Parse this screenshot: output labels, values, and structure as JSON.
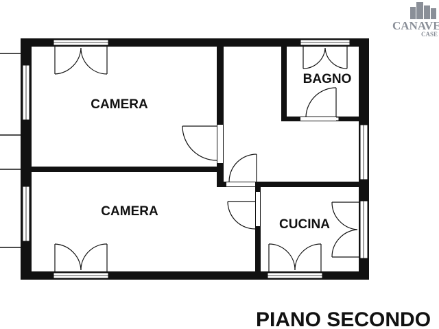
{
  "floor_title": "PIANO SECONDO",
  "rooms": [
    {
      "name": "CAMERA"
    },
    {
      "name": "CAMERA"
    },
    {
      "name": "BAGNO"
    },
    {
      "name": "CUCINA"
    }
  ],
  "logo": {
    "text": "CANAVESE CASE",
    "color": "#8a8f98"
  }
}
